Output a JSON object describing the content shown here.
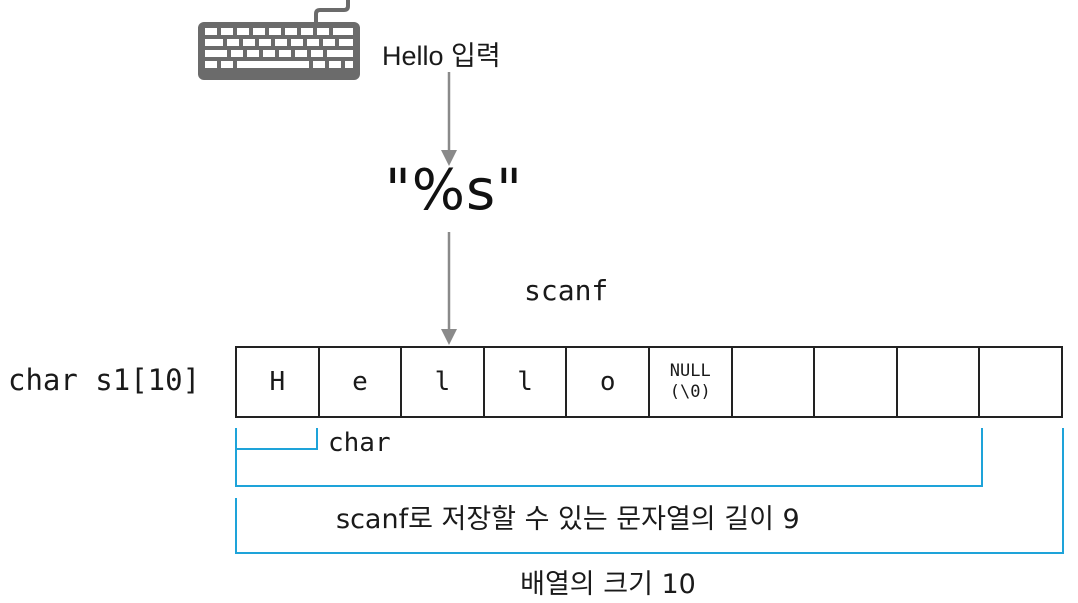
{
  "input": {
    "label": "Hello 입력"
  },
  "format": {
    "label": "\"%s\""
  },
  "function": {
    "label": "scanf"
  },
  "array": {
    "declaration": "char s1[10]",
    "cells": [
      {
        "value": "H"
      },
      {
        "value": "e"
      },
      {
        "value": "l"
      },
      {
        "value": "l"
      },
      {
        "value": "o"
      },
      {
        "line1": "NULL",
        "line2": "(\\0)"
      },
      {
        "value": ""
      },
      {
        "value": ""
      },
      {
        "value": ""
      },
      {
        "value": ""
      }
    ]
  },
  "brackets": {
    "element_type": "char",
    "string_length": "scanf로 저장할 수 있는 문자열의 길이 9",
    "array_size": "배열의 크기 10"
  },
  "colors": {
    "bracket": "#1ea3d9",
    "arrow": "#8a8a8a",
    "keyboard": "#6b6b6b",
    "border": "#222222"
  },
  "icons": {
    "input_device": "keyboard-icon"
  }
}
